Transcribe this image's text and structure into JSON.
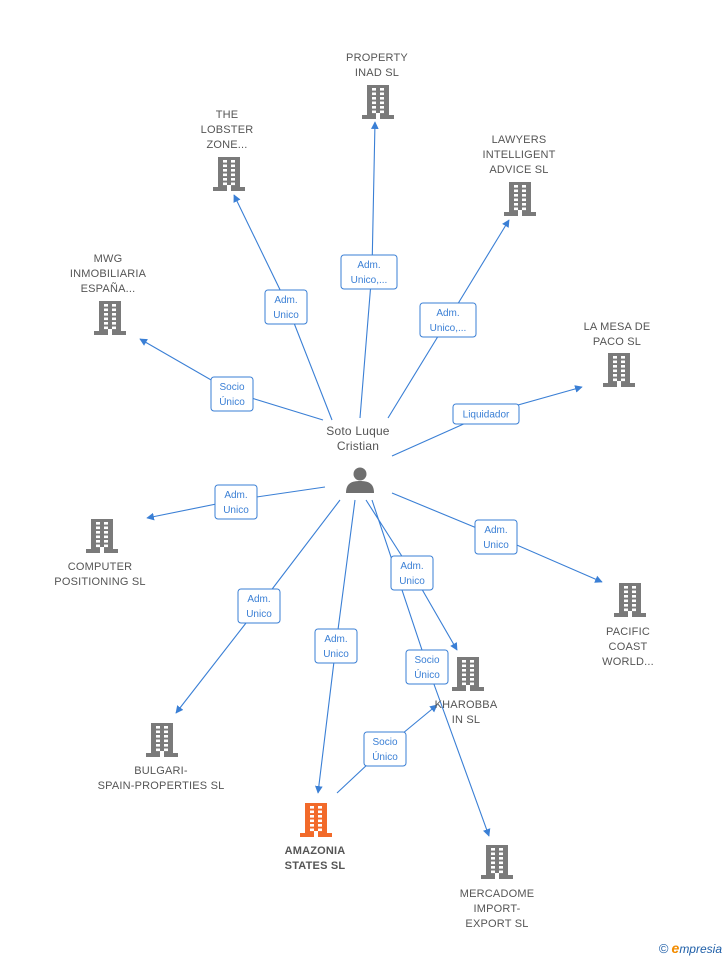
{
  "colors": {
    "edge": "#3a7fd5",
    "building": "#7a7a7a",
    "focus_building": "#f26a2a",
    "text": "#555555"
  },
  "center": {
    "label_lines": [
      "Soto Luque",
      "Cristian"
    ],
    "icon": "person-icon"
  },
  "nodes": [
    {
      "id": "property",
      "lines": [
        "PROPERTY",
        "INAD  SL"
      ],
      "icon": "building-icon"
    },
    {
      "id": "lobster",
      "lines": [
        "THE",
        "LOBSTER",
        "ZONE..."
      ],
      "icon": "building-icon"
    },
    {
      "id": "lawyers",
      "lines": [
        "LAWYERS",
        "INTELLIGENT",
        "ADVICE  SL"
      ],
      "icon": "building-icon"
    },
    {
      "id": "mwg",
      "lines": [
        "MWG",
        "INMOBILIARIA",
        "ESPAÑA..."
      ],
      "icon": "building-icon"
    },
    {
      "id": "lamesa",
      "lines": [
        "LA MESA DE",
        "PACO SL"
      ],
      "icon": "building-icon"
    },
    {
      "id": "computer",
      "lines": [
        "COMPUTER",
        "POSITIONING SL"
      ],
      "icon": "building-icon"
    },
    {
      "id": "pacific",
      "lines": [
        "PACIFIC",
        "COAST",
        "WORLD..."
      ],
      "icon": "building-icon"
    },
    {
      "id": "bulgari",
      "lines": [
        "BULGARI-",
        "SPAIN-PROPERTIES SL"
      ],
      "icon": "building-icon"
    },
    {
      "id": "kharobba",
      "lines": [
        "KHAROBBA",
        "IN  SL"
      ],
      "icon": "building-icon"
    },
    {
      "id": "amazonia",
      "lines": [
        "AMAZONIA",
        "STATES  SL"
      ],
      "icon": "building-icon",
      "focus": true
    },
    {
      "id": "mercadome",
      "lines": [
        "MERCADOME",
        "IMPORT-",
        "EXPORT SL"
      ],
      "icon": "building-icon"
    }
  ],
  "edges": [
    {
      "to": "property",
      "label_lines": [
        "Adm.",
        "Unico,..."
      ]
    },
    {
      "to": "lobster",
      "label_lines": [
        "Adm.",
        "Unico"
      ]
    },
    {
      "to": "lawyers",
      "label_lines": [
        "Adm.",
        "Unico,..."
      ]
    },
    {
      "to": "mwg",
      "label_lines": [
        "Socio",
        "Único"
      ]
    },
    {
      "to": "lamesa",
      "label_lines": [
        "Liquidador"
      ]
    },
    {
      "to": "computer",
      "label_lines": [
        "Adm.",
        "Unico"
      ]
    },
    {
      "to": "pacific",
      "label_lines": [
        "Adm.",
        "Unico"
      ]
    },
    {
      "to": "bulgari",
      "label_lines": [
        "Adm.",
        "Unico"
      ]
    },
    {
      "to": "amazonia",
      "label_lines": [
        "Adm.",
        "Unico"
      ]
    },
    {
      "to": "kharobba",
      "label_lines": [
        "Adm.",
        "Unico"
      ]
    },
    {
      "to": "mercadome",
      "label_lines": [
        "Socio",
        "Único"
      ]
    },
    {
      "from": "amazonia",
      "to": "kharobba",
      "label_lines": [
        "Socio",
        "Único"
      ]
    }
  ],
  "footer": {
    "copyright_symbol": "©",
    "brand_first": "e",
    "brand_rest": "mpresia"
  }
}
